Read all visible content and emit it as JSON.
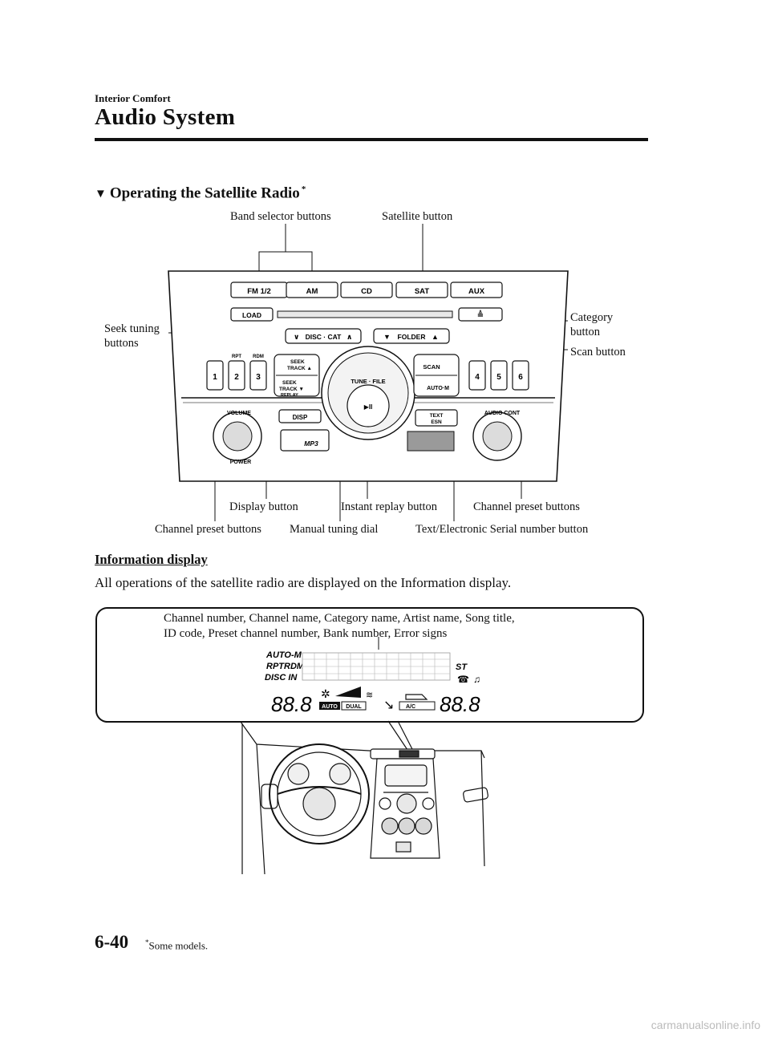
{
  "header": {
    "section": "Interior Comfort",
    "title": "Audio System"
  },
  "subsection": {
    "marker": "▼",
    "title": "Operating the Satellite Radio",
    "note_mark": "*"
  },
  "callouts": {
    "band_selector": "Band selector buttons",
    "satellite": "Satellite button",
    "seek_tuning_l1": "Seek tuning",
    "seek_tuning_l2": "buttons",
    "category_l1": "Category",
    "category_l2": "button",
    "scan": "Scan button",
    "display": "Display button",
    "instant_replay": "Instant replay button",
    "channel_preset_right": "Channel preset buttons",
    "channel_preset_left": "Channel preset buttons",
    "manual_tuning": "Manual tuning dial",
    "text_esn": "Text/Electronic Serial number button"
  },
  "panel": {
    "band_buttons": [
      "FM 1/2",
      "AM",
      "CD",
      "SAT",
      "AUX"
    ],
    "load": "LOAD",
    "eject": "≜",
    "disc_cat": "DISC · CAT",
    "folder": "FOLDER",
    "preset_left": [
      "1",
      "2",
      "3"
    ],
    "preset_left_tags": [
      "",
      "RPT",
      "RDM"
    ],
    "preset_right": [
      "4",
      "5",
      "6"
    ],
    "seek_track": "SEEK\nTRACK",
    "replay": "REPLAY",
    "scan": "SCAN",
    "auto_m": "AUTO·M",
    "tune_file": "TUNE · FILE",
    "play_pause": "▶II",
    "disp": "DISP",
    "text_esn": "TEXT\nESN",
    "volume": "VOLUME",
    "power": "POWER",
    "audio_cont": "AUDIO CONT",
    "mp3": "MP3"
  },
  "info": {
    "heading": "Information display",
    "paragraph": "All operations of the satellite radio are displayed on the Information display.",
    "lcd_note_l1": "Channel number, Channel name, Category name, Artist name, Song title,",
    "lcd_note_l2": "ID code, Preset channel number, Bank number, Error signs"
  },
  "lcd": {
    "auto_m": "AUTO-M",
    "rpt_rdm": "RPTRDM",
    "disc_in": "DISC IN",
    "st": "ST",
    "seg_left": "88.8",
    "seg_right": "88.8",
    "auto": "AUTO",
    "dual": "DUAL",
    "ac": "A/C"
  },
  "footer": {
    "page": "6-40",
    "note_mark": "*",
    "note": "Some models."
  },
  "watermark": "carmanualsonline.info"
}
